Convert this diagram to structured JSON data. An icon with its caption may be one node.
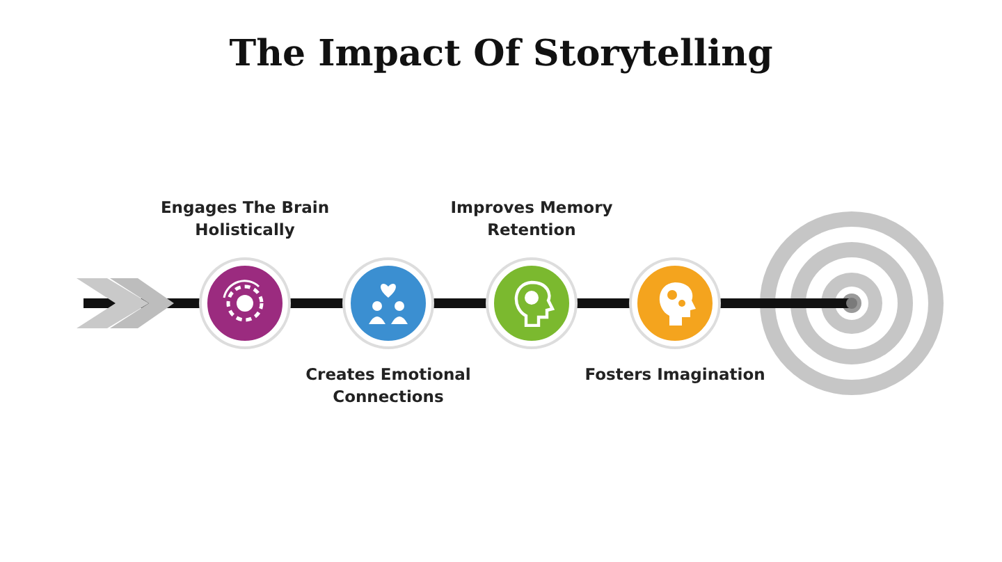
{
  "diagram": {
    "title": "The Impact Of Storytelling",
    "nodes": [
      {
        "text": [
          "Engages The Brain Holistically"
        ]
      },
      {
        "text": [
          "Creates Emotional Connections"
        ]
      },
      {
        "text": [
          "Improves Memory Retention"
        ]
      },
      {
        "text": [
          "Fosters Imagination"
        ]
      },
      {
        "text": [],
        "shape": "target"
      }
    ],
    "edges": [
      {
        "from": null,
        "to": 0,
        "arrow": "other"
      },
      {
        "from": 0,
        "to": 1,
        "arrow": "none"
      },
      {
        "from": 1,
        "to": 2,
        "arrow": "none"
      },
      {
        "from": 2,
        "to": 3,
        "arrow": "none"
      },
      {
        "from": 3,
        "to": 4,
        "arrow": "none"
      }
    ]
  }
}
